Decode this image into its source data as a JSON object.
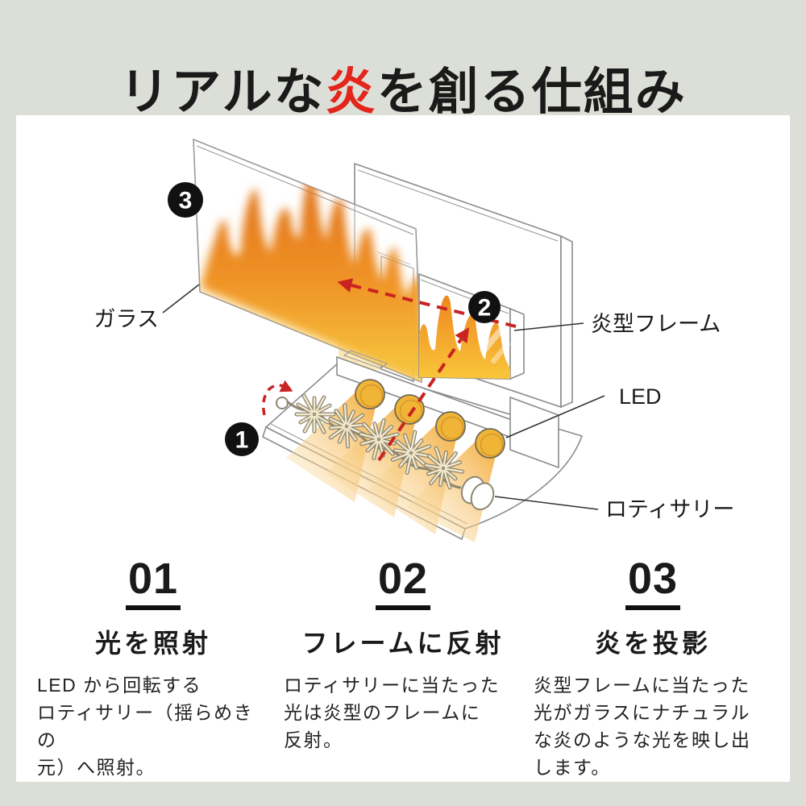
{
  "title": {
    "text_before": "リアルな",
    "text_highlight": "炎",
    "text_after": "を創る仕組み",
    "highlight_color": "#e3251c"
  },
  "diagram": {
    "badge_1": "1",
    "badge_2": "2",
    "badge_3": "3",
    "labels": {
      "glass": "ガラス",
      "flame_frame": "炎型フレーム",
      "led": "LED",
      "rotisserie": "ロティサリー"
    }
  },
  "steps": [
    {
      "number": "01",
      "heading": "光を照射",
      "body": "LED から回転する\nロティサリー（揺らめきの\n元）へ照射。"
    },
    {
      "number": "02",
      "heading": "フレームに反射",
      "body": "ロティサリーに当たった\n光は炎型のフレームに\n反射。"
    },
    {
      "number": "03",
      "heading": "炎を投影",
      "body": "炎型フレームに当たった\n光がガラスにナチュラル\nな炎のような光を映し出\nします。"
    }
  ],
  "colors": {
    "background": "#dcdfd7",
    "card": "#ffffff",
    "accent_red": "#e3251c",
    "arrow_red": "#c92323",
    "badge_black": "#111111",
    "flame_orange_deep": "#e0701a",
    "flame_orange": "#ef9226",
    "flame_yellow": "#f8c940",
    "led_yellow": "#f0b437",
    "outline_gray": "#8c8c8c"
  }
}
